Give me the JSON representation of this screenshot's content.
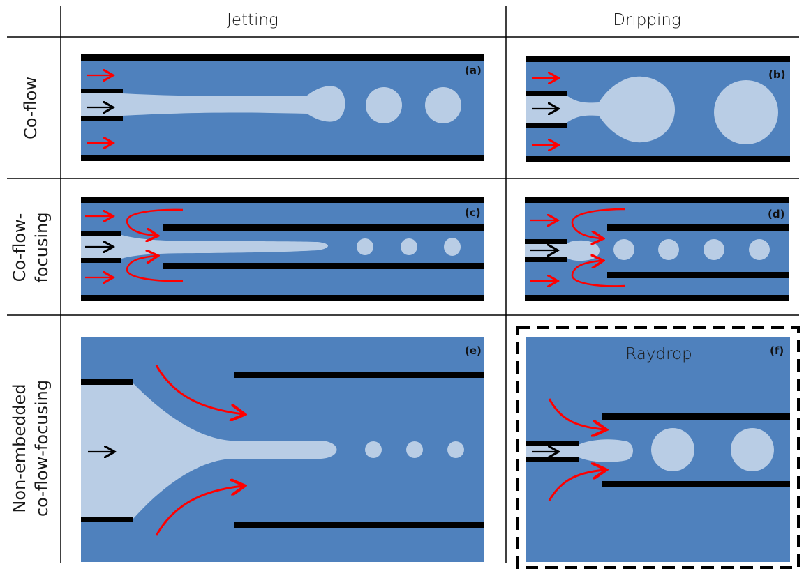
{
  "columns": {
    "jetting": "Jetting",
    "dripping": "Dripping"
  },
  "rows": {
    "coflow": "Co-flow",
    "coflow_focusing_line1": "Co-flow-",
    "coflow_focusing_line2": "focusing",
    "nonembedded_line1": "Non-embedded",
    "nonembedded_line2": "co-flow-focusing"
  },
  "panels": {
    "a": "(a)",
    "b": "(b)",
    "c": "(c)",
    "d": "(d)",
    "e": "(e)",
    "f": "(f)"
  },
  "raydrop_label": "Raydrop",
  "colors": {
    "continuous_phase": "#4f81bd",
    "dispersed_phase": "#b9cde5",
    "walls": "#000000",
    "outer_flow_arrows": "#ff0000",
    "inner_flow_arrows": "#000000"
  }
}
